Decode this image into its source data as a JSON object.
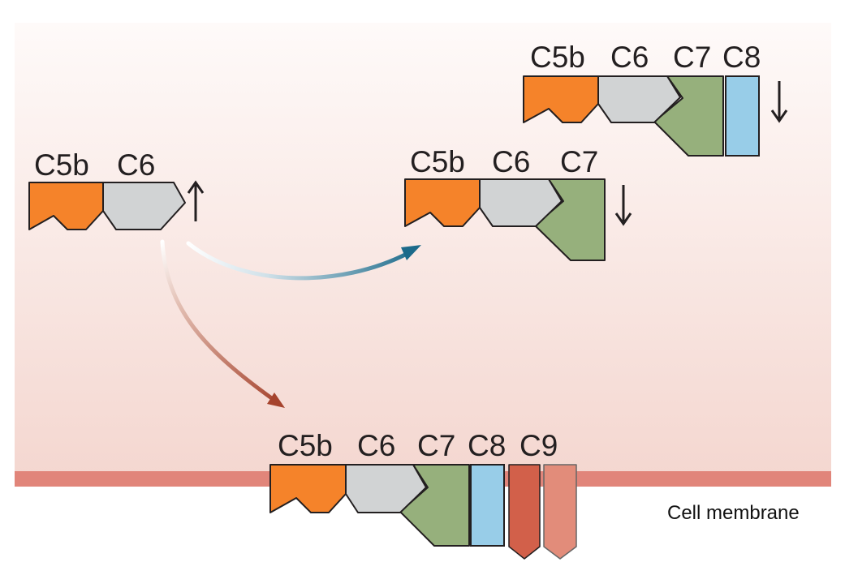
{
  "colors": {
    "background_top": "#fefaf9",
    "background_bottom": "#f4d6cf",
    "membrane": "#e1857a",
    "C5b": "#f5832a",
    "C6": "#d1d3d4",
    "C7": "#96b07c",
    "C8": "#98cde8",
    "C9_dark": "#d2604a",
    "C9_light": "#e28c7a",
    "arrow_blue": "#1b6a8a",
    "arrow_red": "#a6432d",
    "outline": "#231f20"
  },
  "complexes": {
    "c5b6": {
      "labels": [
        "C5b",
        "C6"
      ],
      "indicator": "up-arrow"
    },
    "c5b7": {
      "labels": [
        "C5b",
        "C6",
        "C7"
      ],
      "indicator": "down-arrow"
    },
    "c5b8": {
      "labels": [
        "C5b",
        "C6",
        "C7",
        "C8"
      ],
      "indicator": "down-arrow"
    },
    "mac": {
      "labels": [
        "C5b",
        "C6",
        "C7",
        "C8",
        "C9"
      ]
    }
  },
  "membrane_label": "Cell membrane"
}
